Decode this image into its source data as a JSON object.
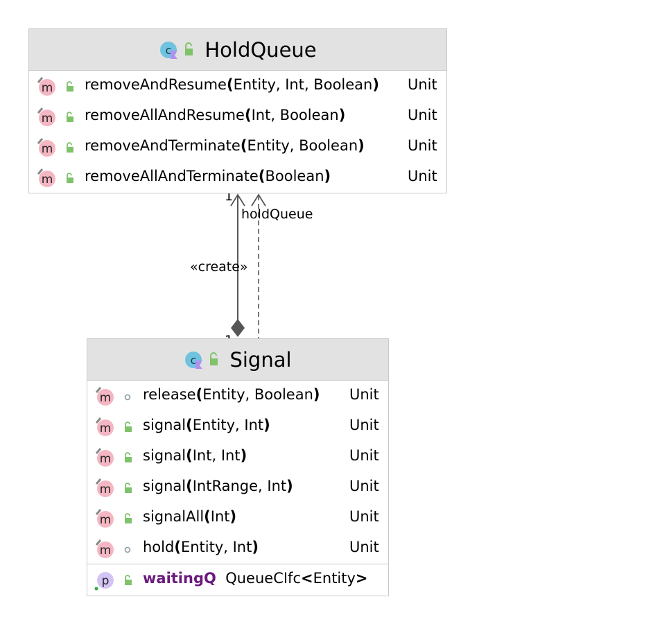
{
  "classes": {
    "holdqueue": {
      "name": "HoldQueue",
      "methods": [
        {
          "name": "removeAndResume",
          "params": "Entity, Int, Boolean",
          "ret": "Unit"
        },
        {
          "name": "removeAllAndResume",
          "params": "Int, Boolean",
          "ret": "Unit"
        },
        {
          "name": "removeAndTerminate",
          "params": "Entity, Boolean",
          "ret": "Unit"
        },
        {
          "name": "removeAllAndTerminate",
          "params": "Boolean",
          "ret": "Unit"
        }
      ]
    },
    "signal": {
      "name": "Signal",
      "methods": [
        {
          "name": "release",
          "params": "Entity, Boolean",
          "ret": "Unit",
          "visibility": "package"
        },
        {
          "name": "signal",
          "params": "Entity, Int",
          "ret": "Unit",
          "visibility": "public"
        },
        {
          "name": "signal",
          "params": "Int, Int",
          "ret": "Unit",
          "visibility": "public"
        },
        {
          "name": "signal",
          "params": "IntRange, Int",
          "ret": "Unit",
          "visibility": "public"
        },
        {
          "name": "signalAll",
          "params": "Int",
          "ret": "Unit",
          "visibility": "public"
        },
        {
          "name": "hold",
          "params": "Entity, Int",
          "ret": "Unit",
          "visibility": "package"
        }
      ],
      "fields": [
        {
          "name": "waitingQ",
          "type_name": "QueueCIfc",
          "type_arg": "Entity"
        }
      ]
    }
  },
  "relations": {
    "composition": {
      "label": "«create»",
      "mult_top": "1",
      "mult_bottom": "1"
    },
    "dependency": {
      "label": "holdQueue"
    }
  },
  "icons": {
    "class_icon": "class-icon",
    "method_icon": "method-icon",
    "property_icon": "property-icon",
    "public_icon": "open-lock-icon",
    "package_icon": "circle-icon"
  },
  "colors": {
    "header_bg": "#e2e2e2",
    "border": "#c9c9c9",
    "method_badge": "#f4b6c2",
    "class_badge": "#6fc3df",
    "property_badge": "#d4c4f5",
    "public_green": "#7fc26a",
    "field_purple": "#6b1a7d"
  }
}
